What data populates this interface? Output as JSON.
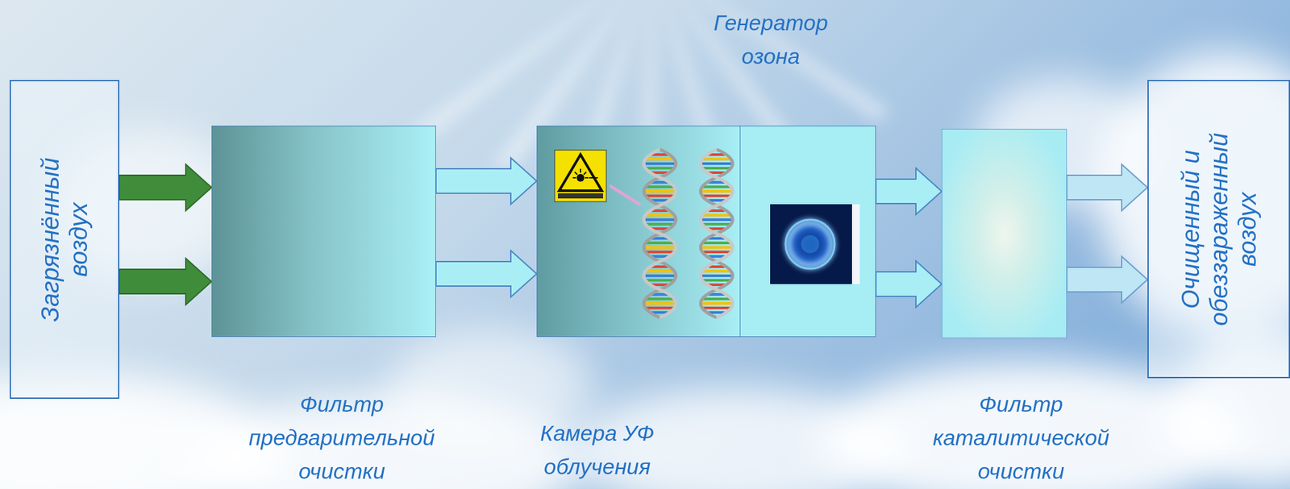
{
  "diagram": {
    "nodes": [
      {
        "text": [
          "Загрязнённый воздух"
        ]
      },
      {
        "text": [
          "Фильтр предварительной очистки"
        ]
      },
      {
        "text": [
          "Камера УФ облучения"
        ]
      },
      {
        "text": [
          "Генератор озона"
        ]
      },
      {
        "text": [
          "Фильтр каталитической очистки"
        ]
      },
      {
        "text": [
          "Очищенный и обеззараженный воздух"
        ]
      }
    ],
    "edges": [
      {
        "from": 0,
        "to": 1,
        "arrow": "to"
      },
      {
        "from": 0,
        "to": 1,
        "arrow": "to"
      },
      {
        "from": 1,
        "to": 2,
        "arrow": "to"
      },
      {
        "from": 1,
        "to": 2,
        "arrow": "to"
      },
      {
        "from": 3,
        "to": 4,
        "arrow": "to"
      },
      {
        "from": 3,
        "to": 4,
        "arrow": "to"
      },
      {
        "from": 4,
        "to": 5,
        "arrow": "to"
      },
      {
        "from": 4,
        "to": 5,
        "arrow": "to"
      }
    ]
  }
}
